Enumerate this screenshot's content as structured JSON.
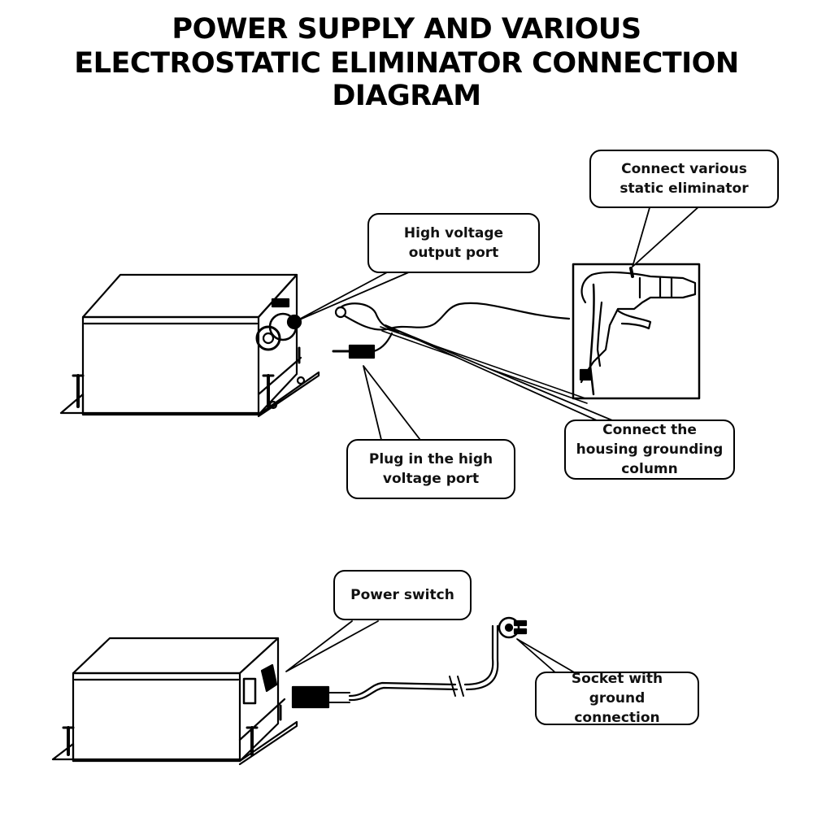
{
  "title": {
    "line1": "POWER SUPPLY AND VARIOUS",
    "line2": "ELECTROSTATIC ELIMINATOR CONNECTION DIAGRAM"
  },
  "callouts": {
    "high_voltage_output": "High voltage output port",
    "connect_static_eliminator": "Connect various static eliminator",
    "connect_housing_ground": "Connect the housing grounding column",
    "plug_high_voltage": "Plug in the high voltage port",
    "power_switch": "Power switch",
    "socket_ground": "Socket with ground connection"
  },
  "colors": {
    "line": "#000000",
    "background": "#ffffff"
  }
}
